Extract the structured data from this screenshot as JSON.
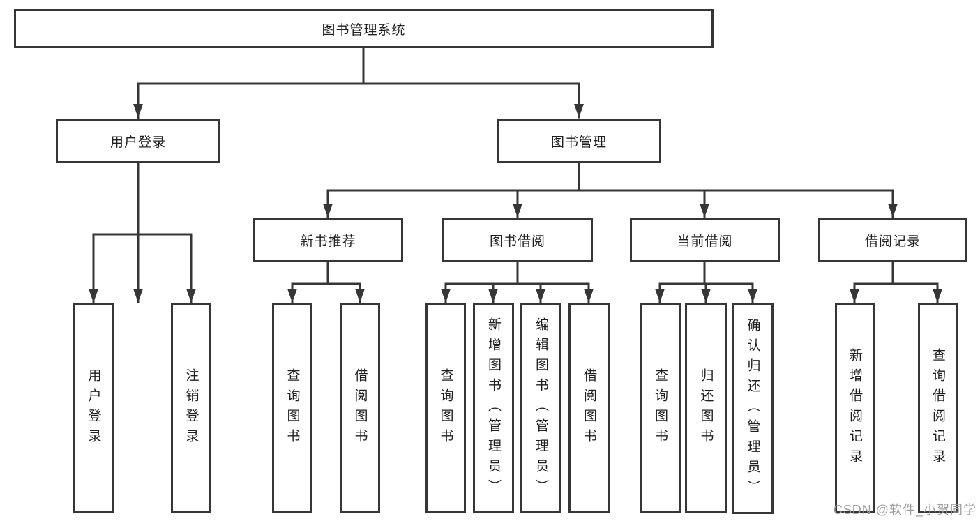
{
  "tree": {
    "root": {
      "label": "图书管理系统",
      "children": [
        {
          "label": "用户登录",
          "children": [
            {
              "label": "用户登录"
            },
            {
              "label": "注销登录"
            }
          ]
        },
        {
          "label": "图书管理",
          "children": [
            {
              "label": "新书推荐",
              "children": [
                {
                  "label": "查询图书"
                },
                {
                  "label": "借阅图书"
                }
              ]
            },
            {
              "label": "图书借阅",
              "children": [
                {
                  "label": "查询图书"
                },
                {
                  "label": "新增图书（管理员）"
                },
                {
                  "label": "编辑图书（管理员）"
                },
                {
                  "label": "借阅图书"
                }
              ]
            },
            {
              "label": "当前借阅",
              "children": [
                {
                  "label": "查询图书"
                },
                {
                  "label": "归还图书"
                },
                {
                  "label": "确认归还（管理员）"
                }
              ]
            },
            {
              "label": "借阅记录",
              "children": [
                {
                  "label": "新增借阅记录"
                },
                {
                  "label": "查询借阅记录"
                }
              ]
            }
          ]
        }
      ]
    }
  },
  "watermark": "CSDN @软件_小贺同学",
  "colors": {
    "line": "#363636",
    "text": "#1f1f1f",
    "watermark": "#9e9e9e",
    "background": "#ffffff"
  }
}
